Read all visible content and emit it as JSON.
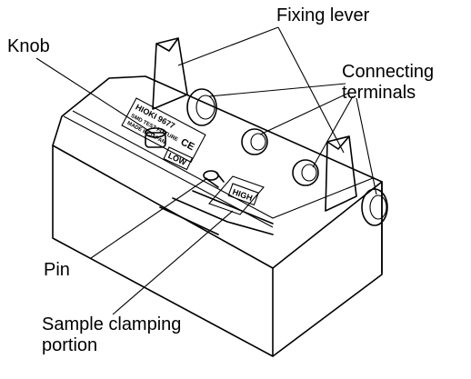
{
  "callouts": {
    "fixing_lever": "Fixing lever",
    "knob": "Knob",
    "connecting_terminals": [
      "Connecting",
      "terminals"
    ],
    "pin": "Pin",
    "sample_clamping": [
      "Sample clamping",
      "portion"
    ]
  },
  "device_labels": {
    "brand": "HIOKI 9677",
    "model_line": "SMD TEST FIXTURE",
    "origin_line": "MADE IN JAPAN",
    "ce_mark": "CE",
    "low": "LOW",
    "high": "HIGH"
  }
}
